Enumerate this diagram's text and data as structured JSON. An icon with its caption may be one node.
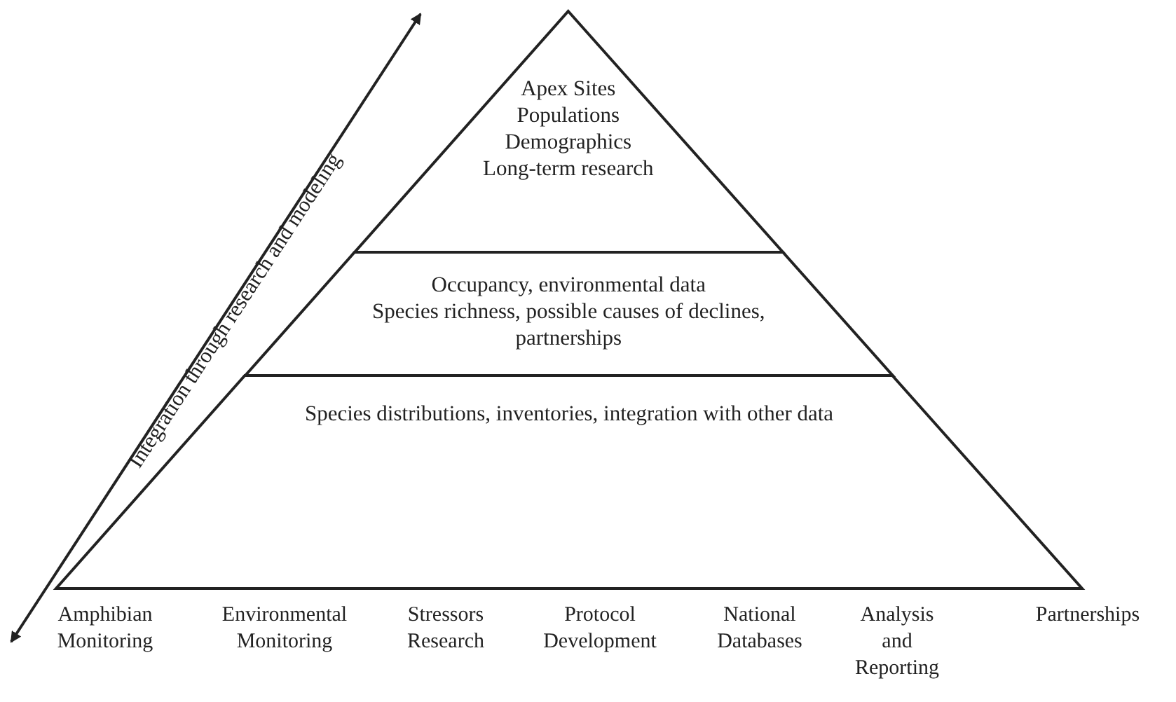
{
  "diagram": {
    "nodes": [
      {
        "text": [
          "Apex Sites",
          "Populations",
          "Demographics",
          "Long-term research"
        ]
      },
      {
        "text": [
          "Occupancy, environmental data",
          "Species richness, possible causes of declines, partnerships"
        ]
      },
      {
        "text": [
          "Species distributions, inventories, integration with other data"
        ]
      }
    ],
    "edges": [],
    "labels": [
      "Integration through research and modeling",
      "Amphibian Monitoring",
      "Environmental Monitoring",
      "Stressors Research",
      "Protocol Development",
      "National Databases",
      "Analysis and Reporting",
      "Partnerships"
    ]
  }
}
